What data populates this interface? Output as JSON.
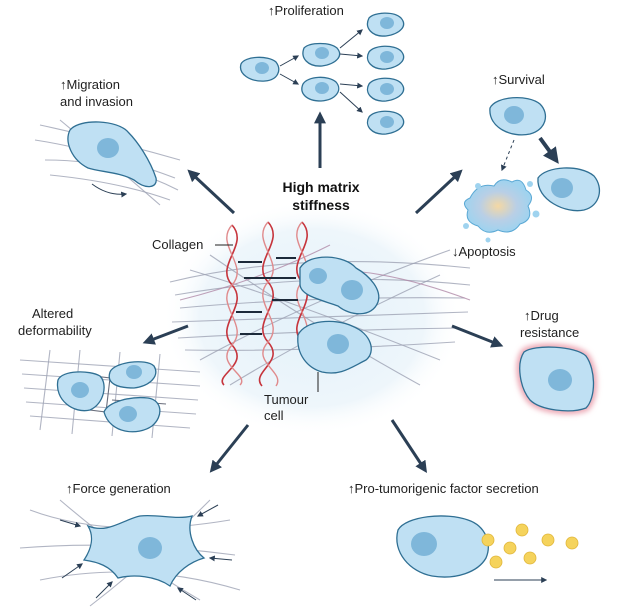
{
  "center": {
    "title_line1": "High matrix",
    "title_line2": "stiffness",
    "collagen_label": "Collagen",
    "tumour_line1": "Tumour",
    "tumour_line2": "cell"
  },
  "outcomes": {
    "proliferation": "↑Proliferation",
    "survival": "↑Survival",
    "apoptosis": "↓Apoptosis",
    "migration_line1": "↑Migration",
    "migration_line2": "and invasion",
    "deform_line1": "Altered",
    "deform_line2": "deformability",
    "drug_line1": "↑Drug",
    "drug_line2": "resistance",
    "force": "↑Force generation",
    "secretion": "↑Pro-tumorigenic factor secretion"
  },
  "colors": {
    "cell_fill": "#bfe0f3",
    "nucleus": "#7fb7da",
    "arrow": "#2b3f55",
    "collagen": "#c6343c",
    "secreted_factor": "#f5d35c",
    "drug_glow": "#e99aa8"
  }
}
